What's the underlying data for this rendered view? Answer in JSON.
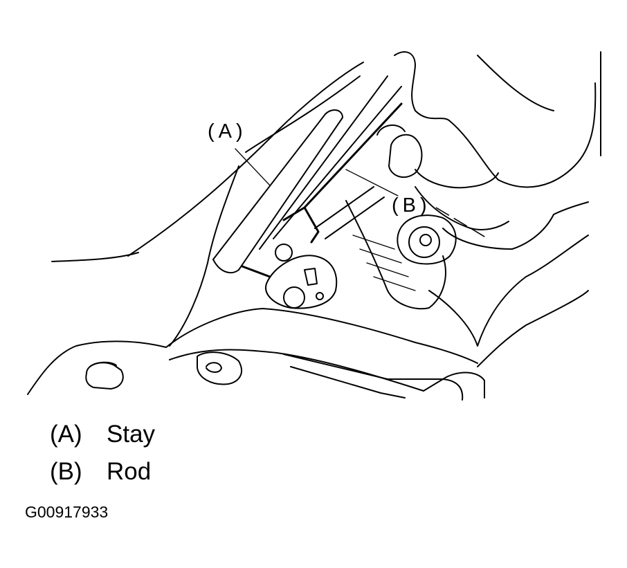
{
  "callouts": {
    "a": "(A)",
    "b": "(B)"
  },
  "legend": [
    {
      "code": "(A)",
      "label": "Stay"
    },
    {
      "code": "(B)",
      "label": "Rod"
    }
  ],
  "figure_id": "G00917933"
}
